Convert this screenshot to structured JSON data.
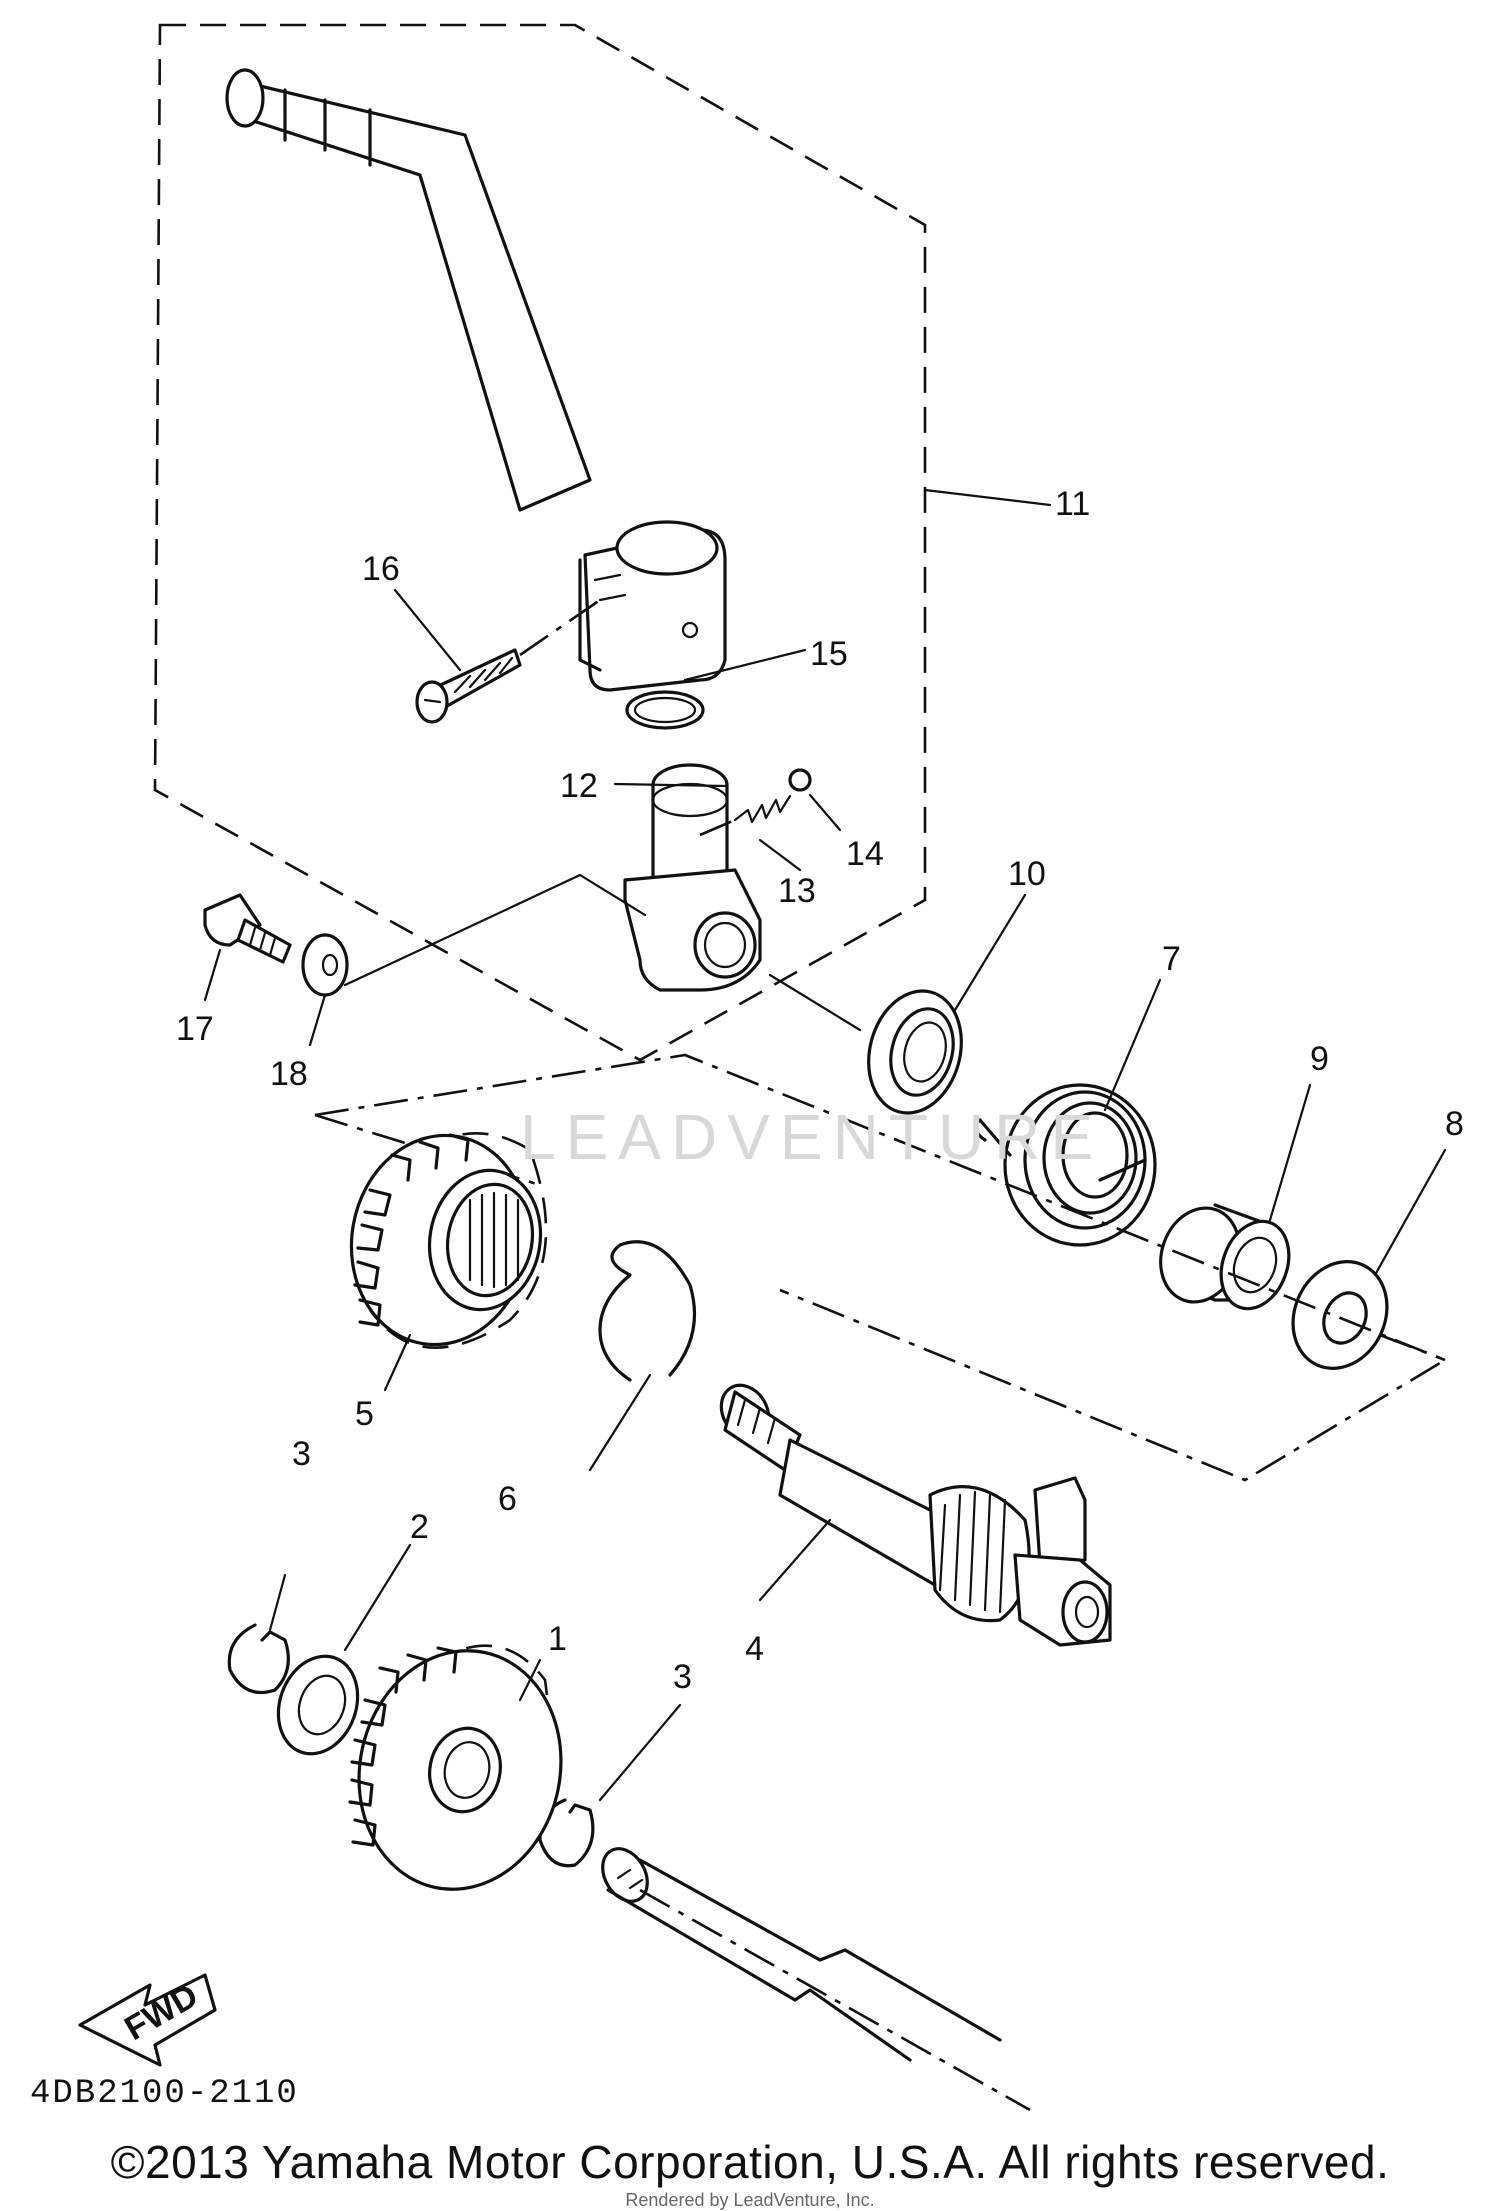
{
  "diagram": {
    "code": "4DB2100-2110",
    "fwd_label": "FWD",
    "callouts": {
      "c1": "1",
      "c2": "2",
      "c3a": "3",
      "c3b": "3",
      "c4": "4",
      "c5": "5",
      "c6": "6",
      "c7": "7",
      "c8": "8",
      "c9": "9",
      "c10": "10",
      "c11": "11",
      "c12": "12",
      "c13": "13",
      "c14": "14",
      "c15": "15",
      "c16": "16",
      "c17": "17",
      "c18": "18"
    }
  },
  "footer": {
    "copyright": "©2013 Yamaha Motor Corporation, U.S.A. All rights reserved.",
    "rendered_by": "Rendered by LeadVenture, Inc."
  },
  "watermark": {
    "text": "LEADVENTURE"
  }
}
